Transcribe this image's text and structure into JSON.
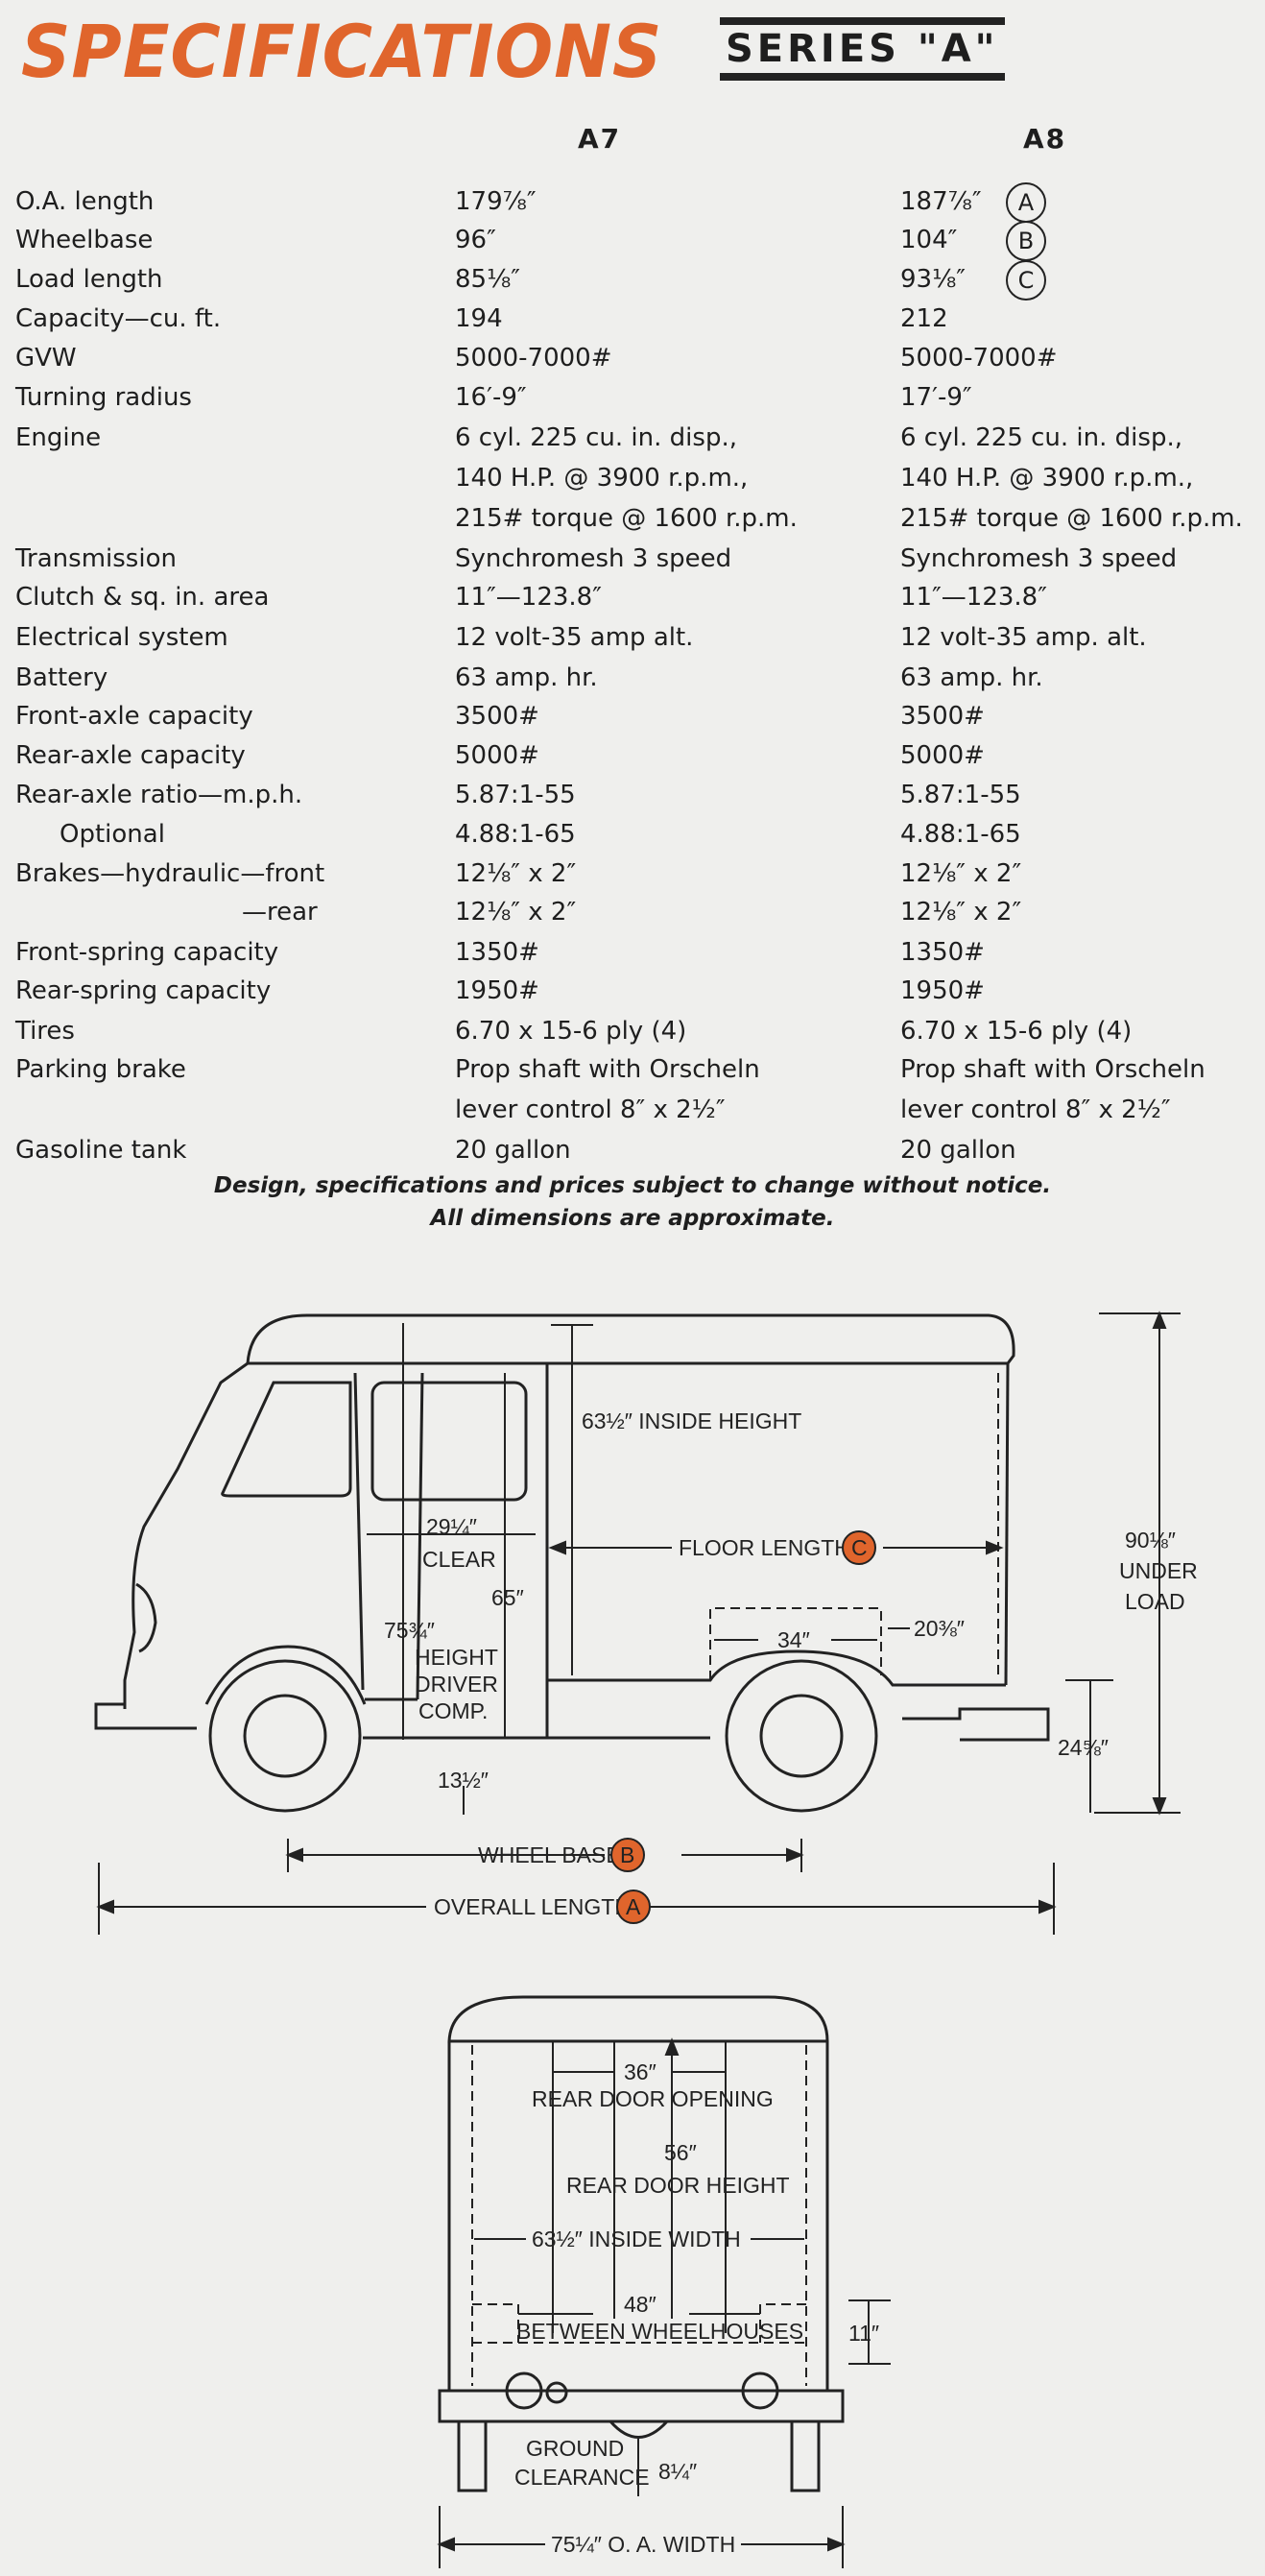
{
  "header": {
    "title": "SPECIFICATIONS",
    "series": "SERIES \"A\""
  },
  "columns": {
    "a7": "A7",
    "a8": "A8"
  },
  "rows": [
    {
      "label": "O.A. length",
      "a7": "179⅞″",
      "a8": "187⅞″",
      "mark": "A"
    },
    {
      "label": "Wheelbase",
      "a7": "96″",
      "a8": "104″",
      "mark": "B"
    },
    {
      "label": "Load length",
      "a7": "85⅛″",
      "a8": "93⅛″",
      "mark": "C"
    },
    {
      "label": "Capacity—cu. ft.",
      "a7": "194",
      "a8": "212"
    },
    {
      "label": "GVW",
      "a7": "5000-7000#",
      "a8": "5000-7000#"
    },
    {
      "label": "Turning radius",
      "a7": "16′-9″",
      "a8": "17′-9″"
    },
    {
      "label": "Engine",
      "a7": "6 cyl. 225 cu. in. disp.,",
      "a8": "6 cyl. 225 cu. in. disp.,"
    },
    {
      "label": "",
      "a7": "140 H.P. @ 3900 r.p.m.,",
      "a8": "140 H.P. @ 3900 r.p.m.,"
    },
    {
      "label": "",
      "a7": "215# torque @ 1600 r.p.m.",
      "a8": "215# torque @ 1600 r.p.m."
    },
    {
      "label": "Transmission",
      "a7": "Synchromesh 3 speed",
      "a8": "Synchromesh 3 speed"
    },
    {
      "label": "Clutch & sq. in. area",
      "a7": "11″—123.8″",
      "a8": "11″—123.8″"
    },
    {
      "label": "Electrical system",
      "a7": "12 volt-35 amp alt.",
      "a8": "12 volt-35 amp. alt."
    },
    {
      "label": "Battery",
      "a7": "63 amp. hr.",
      "a8": "63 amp. hr."
    },
    {
      "label": "Front-axle capacity",
      "a7": "3500#",
      "a8": "3500#"
    },
    {
      "label": "Rear-axle capacity",
      "a7": "5000#",
      "a8": "5000#"
    },
    {
      "label": "Rear-axle ratio—m.p.h.",
      "a7": "5.87:1-55",
      "a8": "5.87:1-55"
    },
    {
      "label": "Optional",
      "a7": "4.88:1-65",
      "a8": "4.88:1-65"
    },
    {
      "label": "Brakes—hydraulic—front",
      "a7": "12⅛″ x 2″",
      "a8": "12⅛″ x 2″"
    },
    {
      "label": "—rear",
      "a7": "12⅛″ x 2″",
      "a8": "12⅛″ x 2″"
    },
    {
      "label": "Front-spring capacity",
      "a7": "1350#",
      "a8": "1350#"
    },
    {
      "label": "Rear-spring capacity",
      "a7": "1950#",
      "a8": "1950#"
    },
    {
      "label": "Tires",
      "a7": "6.70 x 15-6 ply (4)",
      "a8": "6.70 x 15-6 ply (4)"
    },
    {
      "label": "Parking brake",
      "a7": "Prop shaft with Orscheln",
      "a8": "Prop shaft with Orscheln"
    },
    {
      "label": "",
      "a7": "lever control 8″ x 2½″",
      "a8": "lever control 8″ x 2½″"
    },
    {
      "label": "Gasoline tank",
      "a7": "20 gallon",
      "a8": "20 gallon"
    }
  ],
  "notes": {
    "line1": "Design, specifications and prices subject to change without notice.",
    "line2": "All dimensions are approximate."
  },
  "side_view": {
    "inside_height": "63½″ INSIDE HEIGHT",
    "clear_dim": "29¼″",
    "clear_label": "CLEAR",
    "floor_length": "FLOOR LENGTH",
    "floor_mark": "C",
    "dim_65": "65″",
    "dim_75": "75¾″",
    "height_l1": "HEIGHT",
    "height_l2": "DRIVER",
    "height_l3": "COMP.",
    "dim_34": "34″",
    "dim_20": "20⅜″",
    "under_load_dim": "90⅛″",
    "under_load_l1": "UNDER",
    "under_load_l2": "LOAD",
    "dim_24": "24⅝″",
    "dim_13": "13½″",
    "wheel_base": "WHEEL BASE",
    "wheel_base_mark": "B",
    "overall_length": "OVERALL LENGTH",
    "overall_mark": "A"
  },
  "rear_view": {
    "dim_36": "36″",
    "rear_door_opening": "REAR DOOR OPENING",
    "dim_56": "56″",
    "rear_door_height": "REAR DOOR HEIGHT",
    "inside_width": "63½″ INSIDE WIDTH",
    "dim_48": "48″",
    "between_wheelhouses": "BETWEEN WHEELHOUSES",
    "dim_11": "11″",
    "ground_l1": "GROUND",
    "ground_l2": "CLEARANCE",
    "dim_8": "8¼″",
    "oa_width": "75¼″ O. A. WIDTH"
  },
  "colors": {
    "title": "#e0652c",
    "marker_fill": "#e0652c",
    "ink": "#222222"
  }
}
